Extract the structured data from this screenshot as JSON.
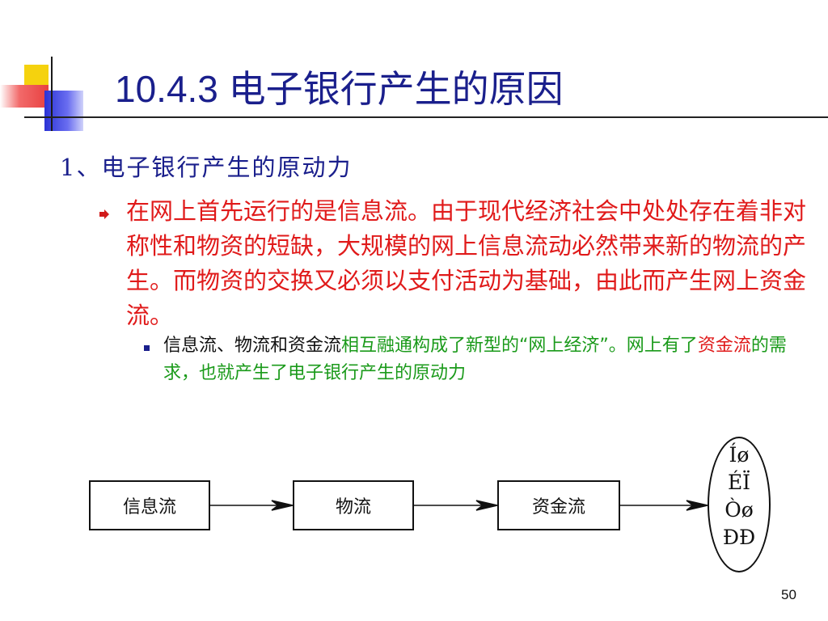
{
  "slide": {
    "title": "10.4.3  电子银行产生的原因",
    "page_number": "50"
  },
  "heading": "1、电子银行产生的原动力",
  "bullet_main": "在网上首先运行的是信息流。由于现代经济社会中处处存在着非对称性和物资的短缺，大规模的网上信息流动必然带来新的物流的产生。而物资的交换又必须以支付活动为基础，由此而产生网上资金流。",
  "bullet_sub": {
    "part1": "信息流、物流和资金流",
    "part2": "相互融通构成了新型的“网上经济”。网上有了",
    "part3": "资金流",
    "part4": "的需求，也就产生了电子银行产生的原动力"
  },
  "diagram": {
    "boxes": [
      "信息流",
      "物流",
      "资金流"
    ],
    "ellipse_lines": [
      "Íø",
      "ÉÏ",
      "Òø",
      "ÐÐ"
    ]
  },
  "colors": {
    "title": "#1a1f8c",
    "main_text": "#e01a1a",
    "sub_green": "#1a9a1a",
    "sub_black": "#111111"
  }
}
